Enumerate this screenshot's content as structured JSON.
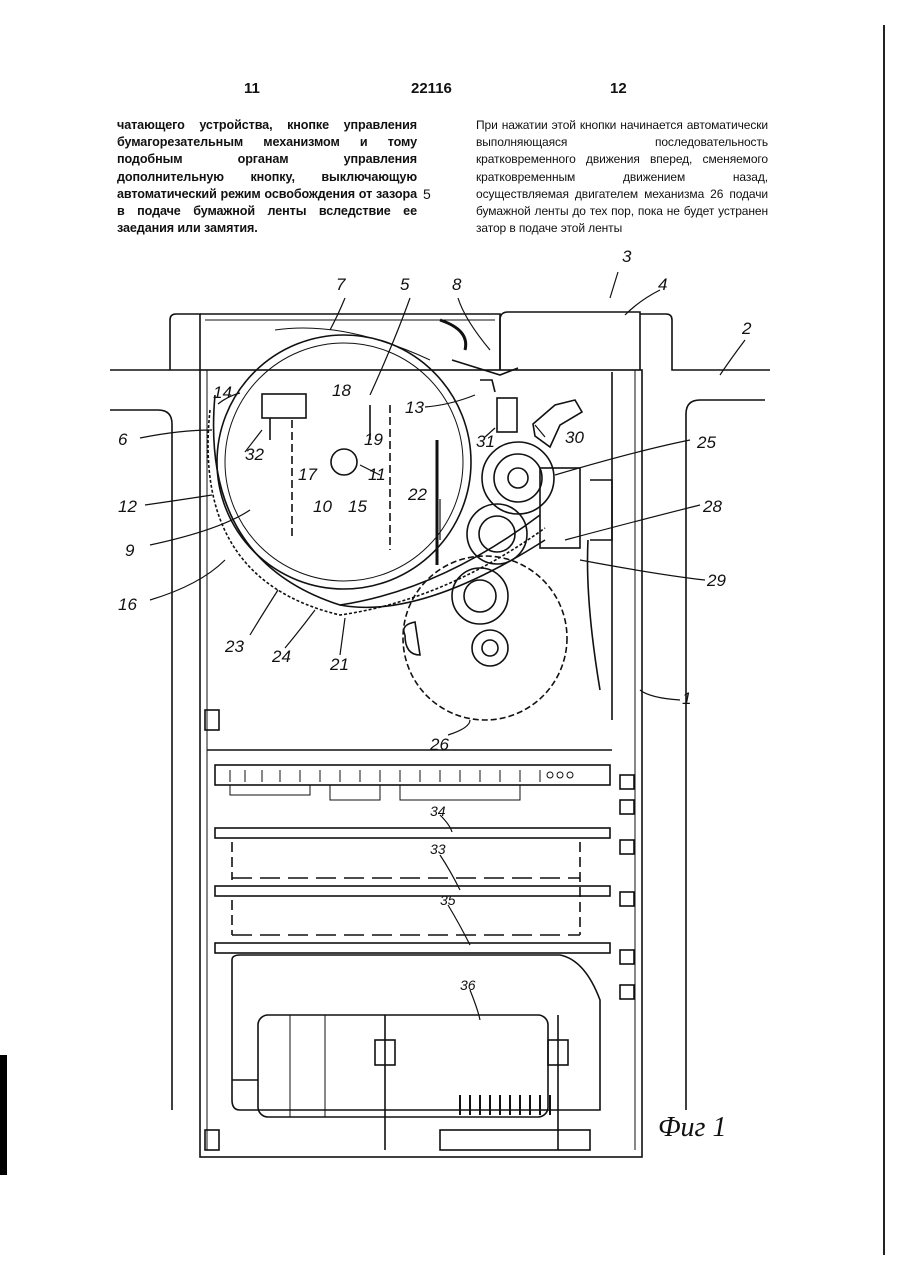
{
  "header": {
    "left_page": "11",
    "doc_number": "22116",
    "right_page": "12"
  },
  "left_column": {
    "text": "чатающего устройства, кнопке управления бумагорезательным механизмом и тому подобным органам управления дополнительную кнопку, выключающую автоматический режим освобождения от зазора в подаче бумажной ленты вследствие ее заедания или замятия."
  },
  "line_number": "5",
  "right_column": {
    "text": "При нажатии этой кнопки начинается автоматически выполняющаяся последовательность кратковременного движения вперед, сменяемого кратковременным движением назад, осуществляемая двигателем механизма 26 подачи бумажной ленты до тех пор, пока не будет устранен затор в подаче этой ленты"
  },
  "figure": {
    "caption": "Фиг 1",
    "labels": [
      "1",
      "2",
      "3",
      "4",
      "5",
      "6",
      "7",
      "8",
      "9",
      "10",
      "11",
      "12",
      "13",
      "14",
      "15",
      "16",
      "17",
      "18",
      "19",
      "21",
      "22",
      "23",
      "24",
      "25",
      "26",
      "28",
      "29",
      "30",
      "31",
      "32",
      "33",
      "34",
      "35",
      "36"
    ]
  }
}
